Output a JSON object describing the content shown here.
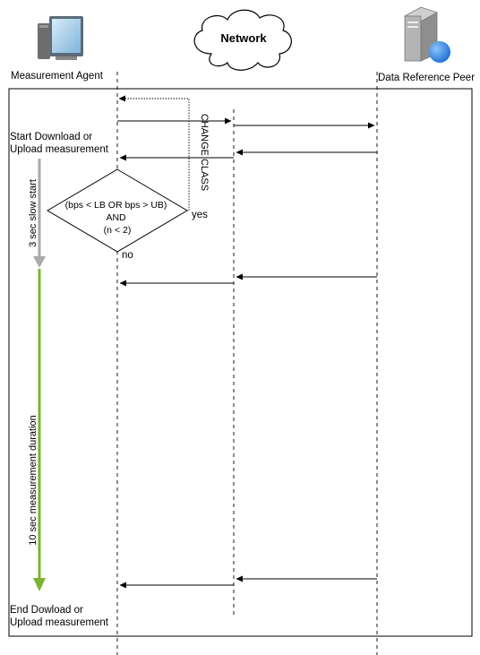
{
  "participants": {
    "agent": {
      "label": "Measurement Agent",
      "icon": "computer-icon"
    },
    "network": {
      "label": "Network",
      "icon": "cloud-icon"
    },
    "peer": {
      "label": "Data Reference Peer",
      "icon": "server-icon"
    }
  },
  "annotations": {
    "start": [
      "Start Download or",
      "Upload measurement"
    ],
    "end": [
      "End Dowload or",
      "Upload measurement"
    ],
    "slow_start": "3 sec slow start",
    "measurement_duration": "10 sec measurement duration",
    "change_class": "CHANGE CLASS"
  },
  "decision": {
    "lines": [
      "(bps < LB OR bps > UB)",
      "AND",
      "(n < 2)"
    ],
    "yes": "yes",
    "no": "no"
  },
  "colors": {
    "slow_start": "#aaaaaa",
    "measurement": "#7ab32e",
    "cloud_fill": "#ffffff",
    "server_body": "#9a9a9a",
    "globe": "#1f6fd1"
  }
}
